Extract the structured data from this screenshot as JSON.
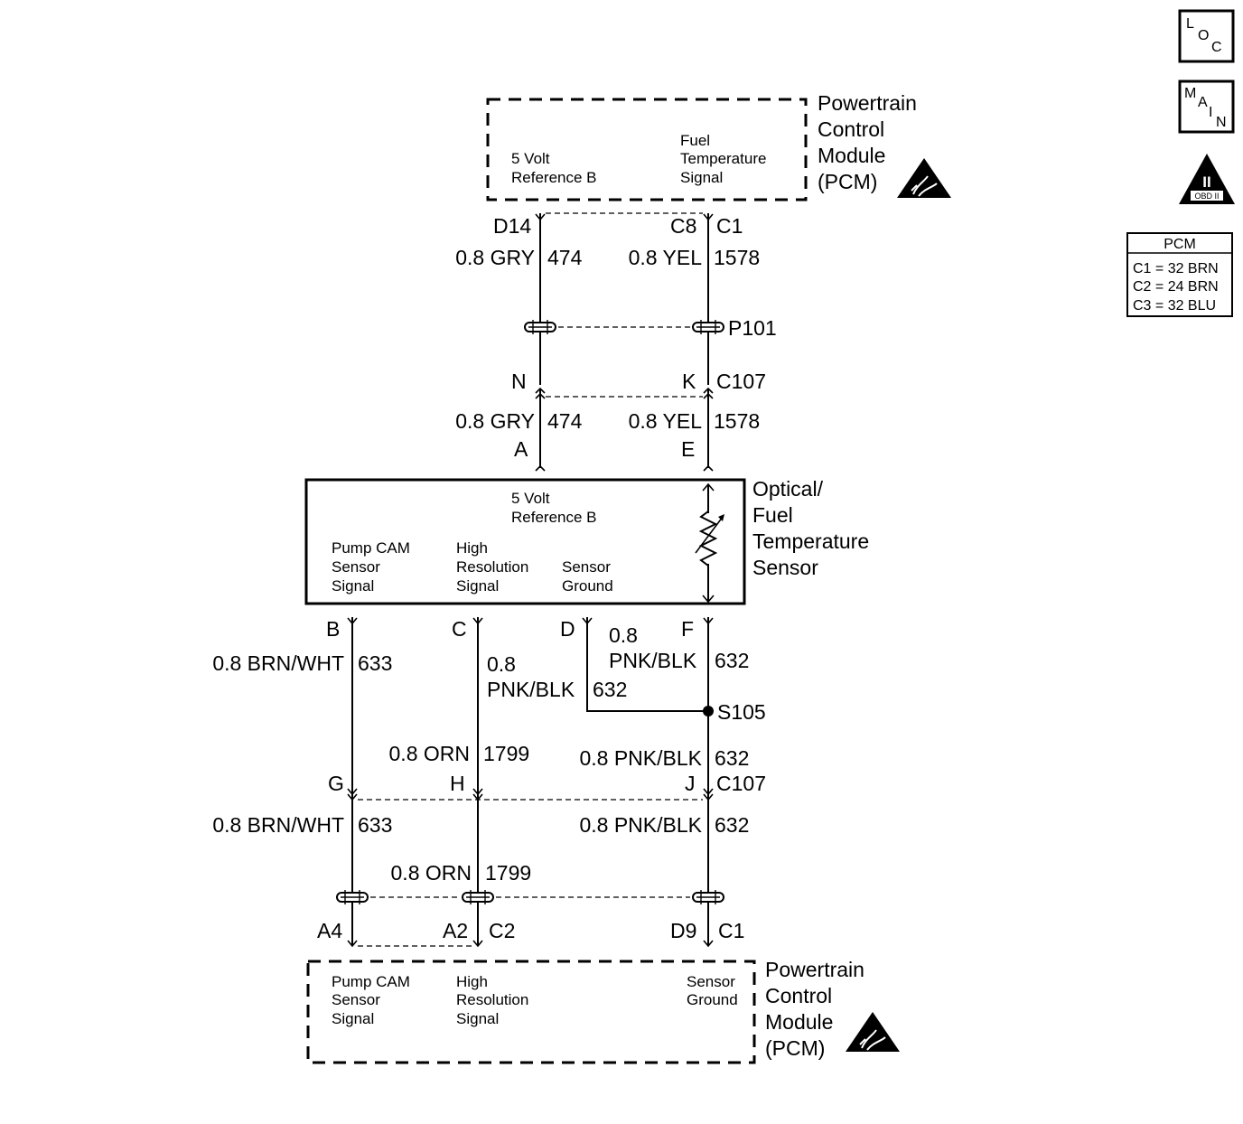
{
  "pcm_top": {
    "title_lines": [
      "Powertrain",
      "Control",
      "Module",
      "(PCM)"
    ],
    "ref_label": [
      "5 Volt",
      "Reference B"
    ],
    "fuel_label": [
      "Fuel",
      "Temperature",
      "Signal"
    ]
  },
  "top_pins": {
    "left": "D14",
    "right": "C8",
    "right_conn": "C1"
  },
  "top_wires": {
    "left": {
      "size_color": "0.8 GRY",
      "circuit": "474"
    },
    "right": {
      "size_color": "0.8 YEL",
      "circuit": "1578"
    }
  },
  "splice_pack_top": "P101",
  "c107_top": {
    "left": "N",
    "right": "K",
    "conn": "C107"
  },
  "mid_wires": {
    "left": {
      "size_color": "0.8 GRY",
      "circuit": "474"
    },
    "right": {
      "size_color": "0.8 YEL",
      "circuit": "1578"
    }
  },
  "sensor_top_pins": {
    "left": "A",
    "right": "E"
  },
  "sensor": {
    "title_lines": [
      "Optical/",
      "Fuel",
      "Temperature",
      "Sensor"
    ],
    "ref_label": [
      "5 Volt",
      "Reference B"
    ],
    "pump_label": [
      "Pump CAM",
      "Sensor",
      "Signal"
    ],
    "hires_label": [
      "High",
      "Resolution",
      "Signal"
    ],
    "ground_label": [
      "Sensor",
      "Ground"
    ]
  },
  "sensor_bottom_pins": {
    "b": "B",
    "c": "C",
    "d": "D",
    "f": "F"
  },
  "lower_wires": {
    "b": {
      "size_color": "0.8 BRN/WHT",
      "circuit": "633"
    },
    "c": {
      "size": "0.8",
      "color": "PNK/BLK",
      "circuit": "632"
    },
    "f": {
      "size": "0.8",
      "color": "PNK/BLK",
      "circuit": "632"
    },
    "orn": {
      "size_color": "0.8 ORN",
      "circuit": "1799"
    },
    "f_below": {
      "size_color": "0.8 PNK/BLK",
      "circuit": "632"
    }
  },
  "splice": "S105",
  "c107_bottom": {
    "g": "G",
    "h": "H",
    "j": "J",
    "conn": "C107"
  },
  "bottom_wires": {
    "brn": {
      "size_color": "0.8 BRN/WHT",
      "circuit": "633"
    },
    "orn": {
      "size_color": "0.8 ORN",
      "circuit": "1799"
    },
    "pnk": {
      "size_color": "0.8 PNK/BLK",
      "circuit": "632"
    }
  },
  "bottom_pins": {
    "a4": "A4",
    "a2": "A2",
    "a2_conn": "C2",
    "d9": "D9",
    "d9_conn": "C1"
  },
  "pcm_bottom": {
    "title_lines": [
      "Powertrain",
      "Control",
      "Module",
      "(PCM)"
    ],
    "pump_label": [
      "Pump CAM",
      "Sensor",
      "Signal"
    ],
    "hires_label": [
      "High",
      "Resolution",
      "Signal"
    ],
    "ground_label": [
      "Sensor",
      "Ground"
    ]
  },
  "side_icons": {
    "loc": [
      "L",
      "O",
      "C"
    ],
    "main": [
      "M",
      "A",
      "I",
      "N"
    ],
    "obd": {
      "numeral": "II",
      "text": "OBD II"
    }
  },
  "pcm_table": {
    "header": "PCM",
    "rows": [
      "C1 = 32 BRN",
      "C2 = 24 BRN",
      "C3 = 32 BLU"
    ]
  }
}
